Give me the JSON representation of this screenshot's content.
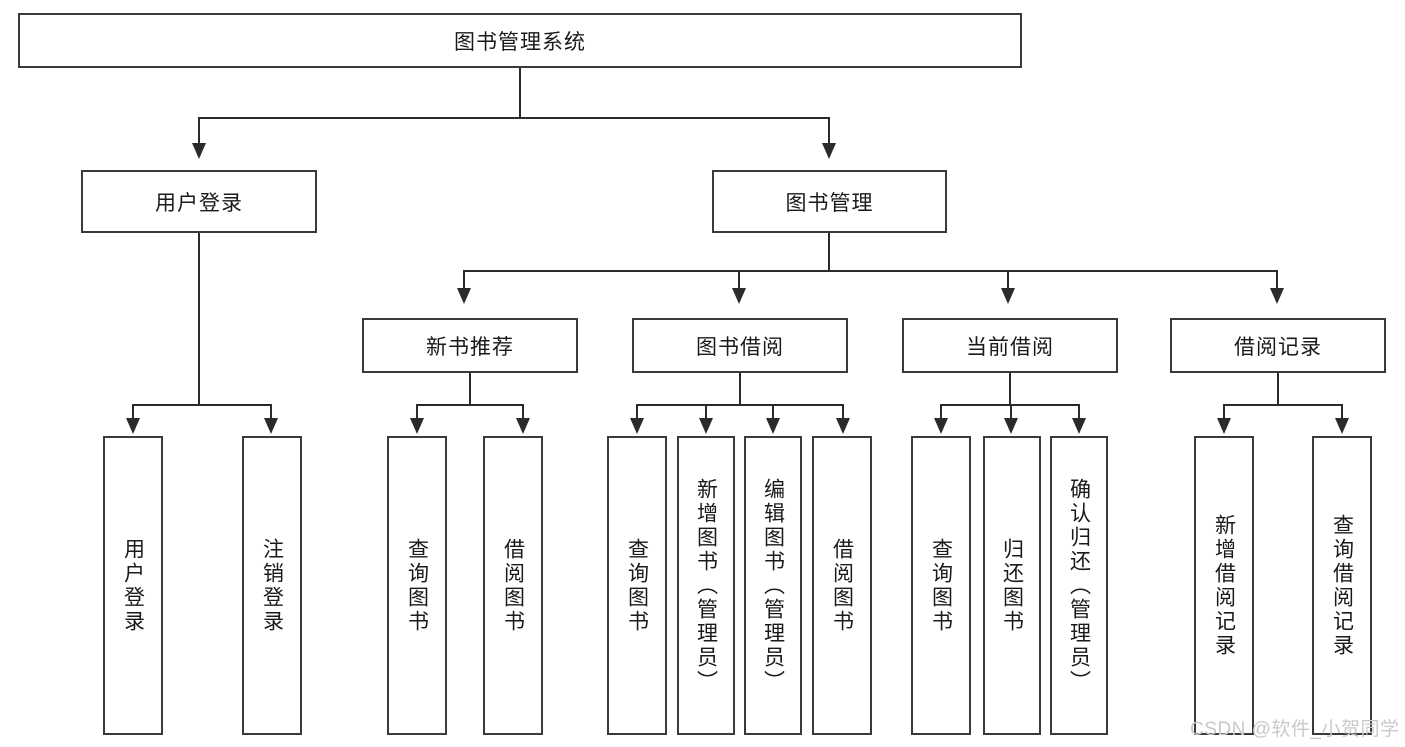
{
  "diagram": {
    "title_node": "图书管理系统",
    "level2": [
      {
        "id": "user-login",
        "label": "用户登录"
      },
      {
        "id": "book-management",
        "label": "图书管理"
      }
    ],
    "level3": [
      {
        "id": "new-book-recommend",
        "label": "新书推荐"
      },
      {
        "id": "book-borrow",
        "label": "图书借阅"
      },
      {
        "id": "current-borrow",
        "label": "当前借阅"
      },
      {
        "id": "borrow-record",
        "label": "借阅记录"
      }
    ],
    "leaves": {
      "user_login": [
        {
          "id": "leaf-user-login",
          "label": "用户登录"
        },
        {
          "id": "leaf-logout-login",
          "label": "注销登录"
        }
      ],
      "new_book_recommend": [
        {
          "id": "leaf-query-book-1",
          "label": "查询图书"
        },
        {
          "id": "leaf-borrow-book-1",
          "label": "借阅图书"
        }
      ],
      "book_borrow": [
        {
          "id": "leaf-query-book-2",
          "label": "查询图书"
        },
        {
          "id": "leaf-add-book",
          "label": "新增图书（管理员）"
        },
        {
          "id": "leaf-edit-book",
          "label": "编辑图书（管理员）"
        },
        {
          "id": "leaf-borrow-book-2",
          "label": "借阅图书"
        }
      ],
      "current_borrow": [
        {
          "id": "leaf-query-book-3",
          "label": "查询图书"
        },
        {
          "id": "leaf-return-book",
          "label": "归还图书"
        },
        {
          "id": "leaf-confirm-return",
          "label": "确认归还（管理员）"
        }
      ],
      "borrow_record": [
        {
          "id": "leaf-add-borrow-record",
          "label": "新增借阅记录"
        },
        {
          "id": "leaf-query-borrow-record",
          "label": "查询借阅记录"
        }
      ]
    },
    "watermark": "CSDN @软件_小贺同学"
  }
}
